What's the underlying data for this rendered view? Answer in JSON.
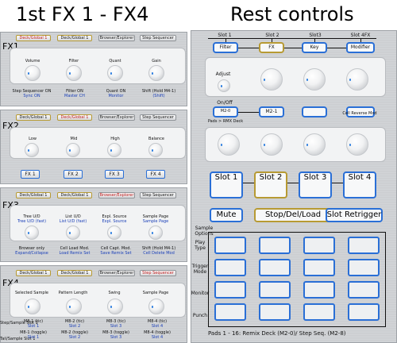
{
  "titles": {
    "left": "1st FX 1 - FX4",
    "right": "Rest controls"
  },
  "fx1": {
    "label": "FX1",
    "headers": [
      "Deck/Global 1",
      "Deck/Global 1",
      "Browser/Explorer",
      "Step Sequencer"
    ],
    "knobs": [
      "Volume",
      "Filter",
      "Quant",
      "Gain"
    ],
    "bottom": [
      [
        "Step Sequencer ON",
        "Sync ON"
      ],
      [
        "Filter ON",
        "Master CH"
      ],
      [
        "Quant ON",
        "Monitor"
      ],
      [
        "Shift (Hold M4-1)",
        "(Shift)"
      ]
    ]
  },
  "fx2": {
    "label": "FX2",
    "headers": [
      "Deck/Global 1",
      "Deck/Global 1",
      "Browser/Explorer",
      "Step Sequencer"
    ],
    "knobs": [
      "Low",
      "Mid",
      "High",
      "Balance"
    ],
    "buttons": [
      "FX 1",
      "FX 2",
      "FX 3",
      "FX 4"
    ]
  },
  "fx3": {
    "label": "FX3",
    "headers": [
      "Deck/Global 1",
      "Deck/Global 1",
      "Browser/Explorer",
      "Step Sequencer"
    ],
    "knobs": [
      [
        "Tree U/D",
        "Tree U/D (fast)"
      ],
      [
        "List U/D",
        "List U/D (fast)"
      ],
      [
        "Expl. Source",
        "Expl. Source"
      ],
      [
        "Sample Page",
        "Sample Page"
      ]
    ],
    "bottom": [
      [
        "Browser only",
        "Expand/Collapse"
      ],
      [
        "Cell Load Mod.",
        "Load Remix Set"
      ],
      [
        "Cell Capt. Mod.",
        "Save Remix Set"
      ],
      [
        "Shift (Hold M4-1)",
        "Cell Delete Mod"
      ]
    ]
  },
  "fx4": {
    "label": "FX4",
    "headers": [
      "Deck/Global 1",
      "Deck/Global 1",
      "Browser/Explorer",
      "Step Sequencer"
    ],
    "knobs": [
      "Selected Sample",
      "Pattern Length",
      "Swing",
      "Sample Page"
    ],
    "bottom": [
      [
        "M8-1 (tic)",
        "Slot 1"
      ],
      [
        "M8-2 (tic)",
        "Slot 2"
      ],
      [
        "M8-3 (tic)",
        "Slot 3"
      ],
      [
        "M8-4 (tic)",
        "Slot 4"
      ]
    ],
    "bottom2": [
      [
        "M8-1 (toggle)",
        "Slot 1"
      ],
      [
        "M8-2 (toggle)",
        "Slot 2"
      ],
      [
        "M8-3 (toggle)",
        "Slot 3"
      ],
      [
        "M8-4 (toggle)",
        "Slot 4"
      ]
    ],
    "left_notes": [
      "Step/Sample Slot 1",
      "Tail/Sample Slot 1"
    ]
  },
  "rest": {
    "slot_headers": [
      "Slot 1",
      "Slot 2",
      "Slot3",
      "Slot 4FX"
    ],
    "top_buttons": [
      "Filter",
      "FX",
      "Key",
      "Modifier"
    ],
    "adjust_label": "Adjust",
    "onoff_label": "On/Off",
    "m20_label": "M2-0",
    "pads_rmx_label": "Pads > RMX Deck",
    "m21_label": "M2-1",
    "cell_reverse_label": "Cell Reverse Mod",
    "slot_buttons": [
      "Slot 1",
      "Slot 2",
      "Slot 3",
      "Slot 4"
    ],
    "mute_label": "Mute",
    "stop_label": "Stop/Del/Load",
    "retrigger_label": "Slot Retrigger",
    "sample_options": "Sample Options",
    "row_labels": [
      "Play Type",
      "Trigger Mode",
      "Monitor",
      "Punch"
    ],
    "footer": "Pads 1 - 16: Remix Deck (M2-0)/ Step Seq. (M2-8)"
  },
  "colors": {
    "accent_blue": "#2a6fd6",
    "accent_gold": "#b79a33",
    "label_blue": "#1a3fb8",
    "label_red": "#c11b1b"
  }
}
